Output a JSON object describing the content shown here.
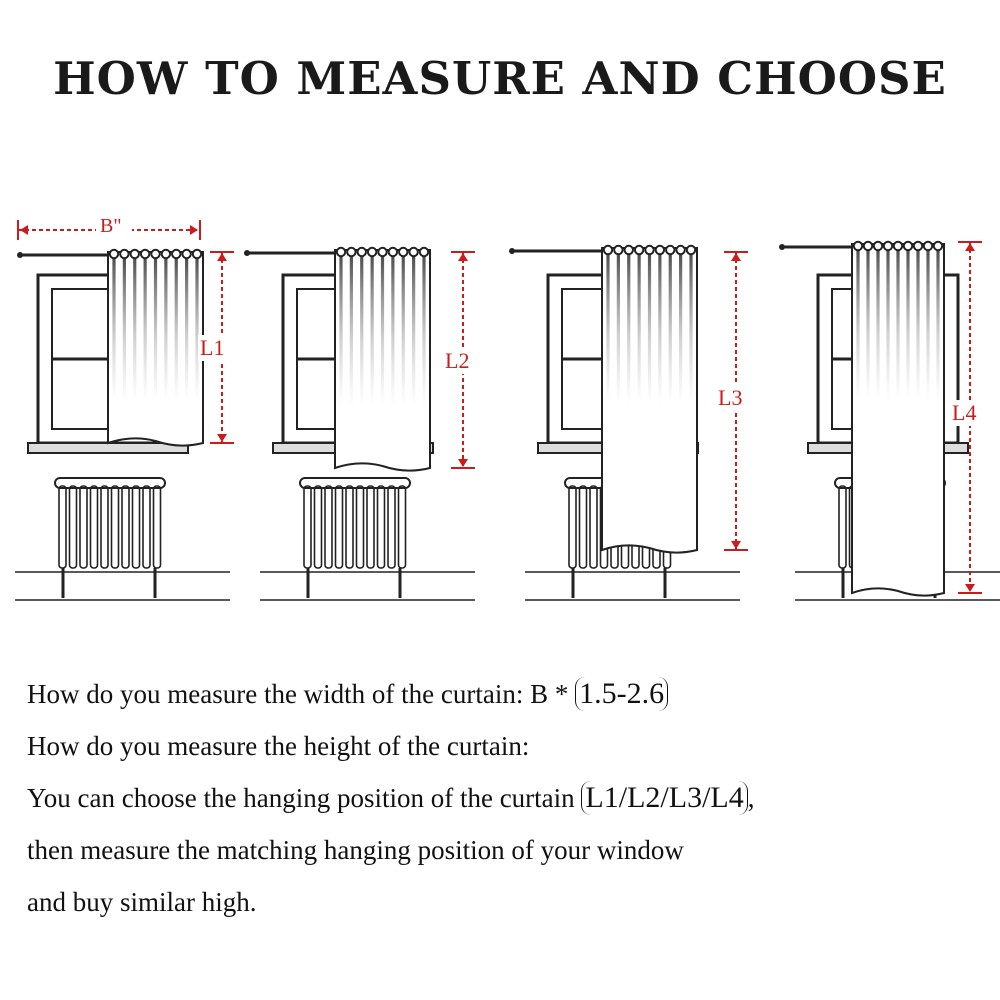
{
  "title": "HOW TO MEASURE AND CHOOSE",
  "diagram": {
    "width_label": "B\"",
    "panels": [
      {
        "length_label": "L1"
      },
      {
        "length_label": "L2"
      },
      {
        "length_label": "L3"
      },
      {
        "length_label": "L4"
      }
    ],
    "colors": {
      "measure": "#cc1b1b",
      "ink": "#222222"
    }
  },
  "instructions": {
    "line1_prefix": "How do you measure the width of the curtain: B *",
    "line1_value": "1.5-2.6",
    "line2": "How do you measure the height of the curtain:",
    "line3_prefix": "You can choose the hanging position of the curtain",
    "line3_value": "L1/L2/L3/L4",
    "line3_suffix": ",",
    "line4": "then measure the matching hanging position of your window",
    "line5": "and buy similar high."
  }
}
